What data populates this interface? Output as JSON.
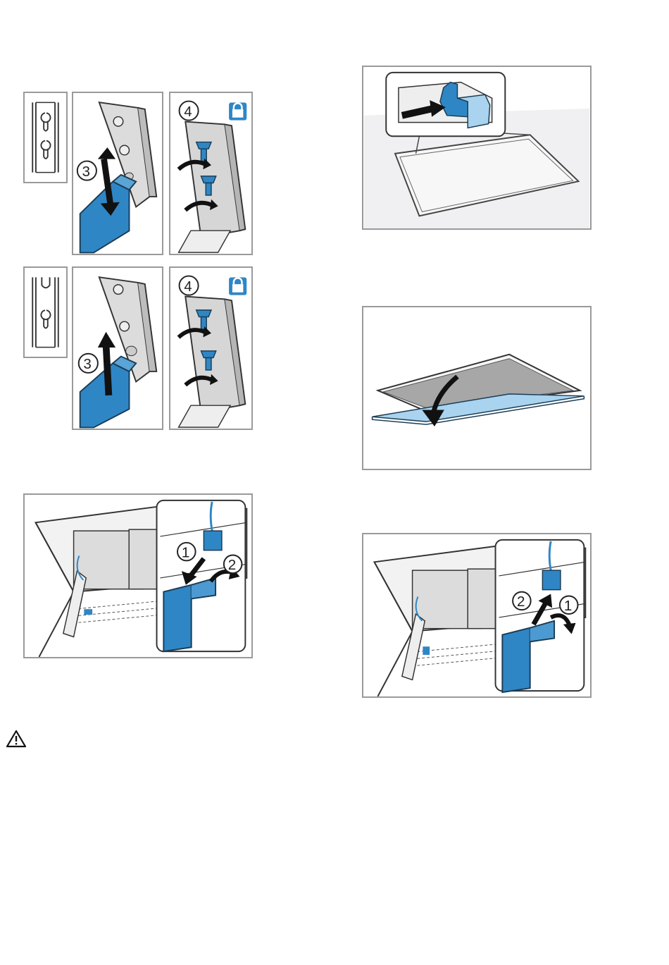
{
  "figures": {
    "slot_keyhole": {
      "step_insert": "3",
      "step_tighten": "4",
      "lock_icon": "lock-icon"
    },
    "slot_open": {
      "step_insert": "3",
      "step_tighten": "4",
      "lock_icon": "lock-icon"
    },
    "connect_plug": {
      "step_first": "1",
      "step_second": "2"
    },
    "disconnect_plug": {
      "step_first": "1",
      "step_second": "2"
    },
    "filter_clip": {},
    "open_panel": {}
  },
  "warning": {
    "icon": "warning-icon"
  },
  "colors": {
    "accent_blue": "#2f86c5",
    "light_blue": "#a9d3ee",
    "frame_gray": "#9a9a9a",
    "metal_gray": "#c8c8c8"
  }
}
